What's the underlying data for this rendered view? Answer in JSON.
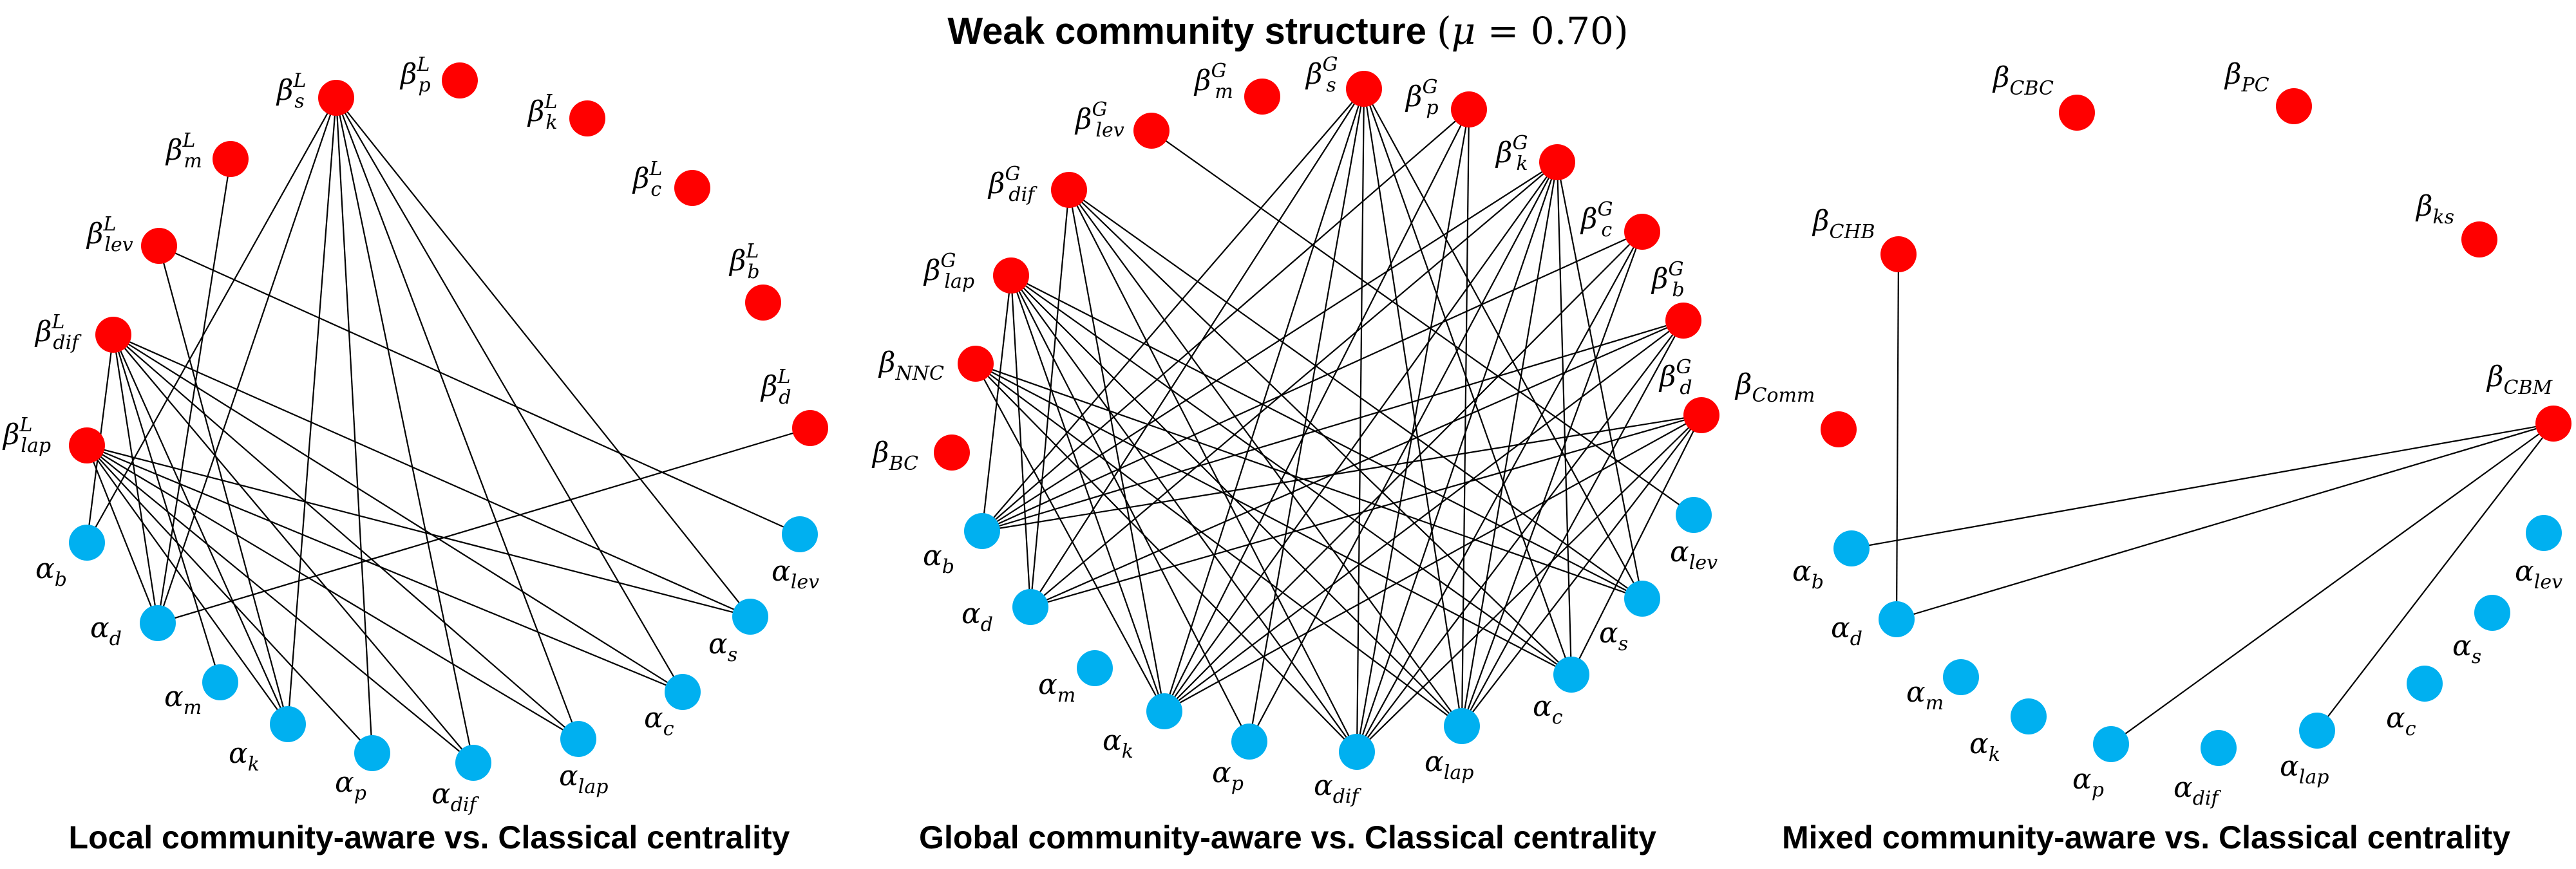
{
  "title": {
    "bold": "Weak community structure",
    "mu_symbol": "μ",
    "mu_rest": " = 0.70"
  },
  "colors": {
    "community_aware": "#ff0000",
    "classical": "#00b0f0",
    "edge": "#000000"
  },
  "panels": [
    {
      "caption": "Local community-aware vs. Classical centrality",
      "beta_nodes": [
        {
          "sym": "β",
          "sub": "s",
          "sup": "L"
        },
        {
          "sym": "β",
          "sub": "p",
          "sup": "L"
        },
        {
          "sym": "β",
          "sub": "m",
          "sup": "L"
        },
        {
          "sym": "β",
          "sub": "k",
          "sup": "L"
        },
        {
          "sym": "β",
          "sub": "lev",
          "sup": "L"
        },
        {
          "sym": "β",
          "sub": "c",
          "sup": "L"
        },
        {
          "sym": "β",
          "sub": "b",
          "sup": "L"
        },
        {
          "sym": "β",
          "sub": "dif",
          "sup": "L"
        },
        {
          "sym": "β",
          "sub": "d",
          "sup": "L"
        },
        {
          "sym": "β",
          "sub": "lap",
          "sup": "L"
        }
      ],
      "alpha_nodes": [
        {
          "sym": "α",
          "sub": "b"
        },
        {
          "sym": "α",
          "sub": "lev"
        },
        {
          "sym": "α",
          "sub": "d"
        },
        {
          "sym": "α",
          "sub": "s"
        },
        {
          "sym": "α",
          "sub": "m"
        },
        {
          "sym": "α",
          "sub": "c"
        },
        {
          "sym": "α",
          "sub": "k"
        },
        {
          "sym": "α",
          "sub": "lap"
        },
        {
          "sym": "α",
          "sub": "p"
        },
        {
          "sym": "α",
          "sub": "dif"
        }
      ],
      "edges": [
        [
          "β_s^L",
          "α_b"
        ],
        [
          "β_s^L",
          "α_d"
        ],
        [
          "β_s^L",
          "α_k"
        ],
        [
          "β_s^L",
          "α_p"
        ],
        [
          "β_s^L",
          "α_dif"
        ],
        [
          "β_s^L",
          "α_lap"
        ],
        [
          "β_s^L",
          "α_c"
        ],
        [
          "β_s^L",
          "α_s"
        ],
        [
          "β_m^L",
          "α_d"
        ],
        [
          "β_lev^L",
          "α_k"
        ],
        [
          "β_lev^L",
          "α_lev"
        ],
        [
          "β_dif^L",
          "α_b"
        ],
        [
          "β_dif^L",
          "α_d"
        ],
        [
          "β_dif^L",
          "α_m"
        ],
        [
          "β_dif^L",
          "α_k"
        ],
        [
          "β_dif^L",
          "α_dif"
        ],
        [
          "β_dif^L",
          "α_lap"
        ],
        [
          "β_dif^L",
          "α_c"
        ],
        [
          "β_dif^L",
          "α_s"
        ],
        [
          "β_lap^L",
          "α_d"
        ],
        [
          "β_lap^L",
          "α_k"
        ],
        [
          "β_lap^L",
          "α_p"
        ],
        [
          "β_lap^L",
          "α_dif"
        ],
        [
          "β_lap^L",
          "α_lap"
        ],
        [
          "β_lap^L",
          "α_c"
        ],
        [
          "β_lap^L",
          "α_s"
        ],
        [
          "β_d^L",
          "α_d"
        ]
      ]
    },
    {
      "caption": "Global community-aware vs. Classical centrality",
      "beta_nodes": [
        {
          "sym": "β",
          "sub": "m",
          "sup": "G"
        },
        {
          "sym": "β",
          "sub": "s",
          "sup": "G"
        },
        {
          "sym": "β",
          "sub": "lev",
          "sup": "G"
        },
        {
          "sym": "β",
          "sub": "p",
          "sup": "G"
        },
        {
          "sym": "β",
          "sub": "dif",
          "sup": "G"
        },
        {
          "sym": "β",
          "sub": "k",
          "sup": "G"
        },
        {
          "sym": "β",
          "sub": "lap",
          "sup": "G"
        },
        {
          "sym": "β",
          "sub": "c",
          "sup": "G"
        },
        {
          "sym": "β",
          "sub": "NNC"
        },
        {
          "sym": "β",
          "sub": "b",
          "sup": "G"
        },
        {
          "sym": "β",
          "sub": "BC"
        },
        {
          "sym": "β",
          "sub": "d",
          "sup": "G"
        }
      ],
      "alpha_nodes": [
        {
          "sym": "α",
          "sub": "b"
        },
        {
          "sym": "α",
          "sub": "lev"
        },
        {
          "sym": "α",
          "sub": "d"
        },
        {
          "sym": "α",
          "sub": "s"
        },
        {
          "sym": "α",
          "sub": "m"
        },
        {
          "sym": "α",
          "sub": "c"
        },
        {
          "sym": "α",
          "sub": "k"
        },
        {
          "sym": "α",
          "sub": "lap"
        },
        {
          "sym": "α",
          "sub": "p"
        },
        {
          "sym": "α",
          "sub": "dif"
        }
      ],
      "edges": [
        [
          "β_s^G",
          "α_b"
        ],
        [
          "β_s^G",
          "α_d"
        ],
        [
          "β_s^G",
          "α_k"
        ],
        [
          "β_s^G",
          "α_p"
        ],
        [
          "β_s^G",
          "α_dif"
        ],
        [
          "β_s^G",
          "α_lap"
        ],
        [
          "β_s^G",
          "α_c"
        ],
        [
          "β_s^G",
          "α_s"
        ],
        [
          "β_p^G",
          "α_b"
        ],
        [
          "β_p^G",
          "α_k"
        ],
        [
          "β_p^G",
          "α_dif"
        ],
        [
          "β_p^G",
          "α_lap"
        ],
        [
          "β_lev^G",
          "α_lev"
        ],
        [
          "β_dif^G",
          "α_d"
        ],
        [
          "β_dif^G",
          "α_k"
        ],
        [
          "β_dif^G",
          "α_dif"
        ],
        [
          "β_dif^G",
          "α_lap"
        ],
        [
          "β_dif^G",
          "α_c"
        ],
        [
          "β_dif^G",
          "α_s"
        ],
        [
          "β_k^G",
          "α_b"
        ],
        [
          "β_k^G",
          "α_d"
        ],
        [
          "β_k^G",
          "α_k"
        ],
        [
          "β_k^G",
          "α_p"
        ],
        [
          "β_k^G",
          "α_dif"
        ],
        [
          "β_k^G",
          "α_lap"
        ],
        [
          "β_k^G",
          "α_c"
        ],
        [
          "β_k^G",
          "α_s"
        ],
        [
          "β_lap^G",
          "α_b"
        ],
        [
          "β_lap^G",
          "α_d"
        ],
        [
          "β_lap^G",
          "α_k"
        ],
        [
          "β_lap^G",
          "α_p"
        ],
        [
          "β_lap^G",
          "α_dif"
        ],
        [
          "β_lap^G",
          "α_lap"
        ],
        [
          "β_lap^G",
          "α_c"
        ],
        [
          "β_lap^G",
          "α_s"
        ],
        [
          "β_c^G",
          "α_b"
        ],
        [
          "β_c^G",
          "α_k"
        ],
        [
          "β_c^G",
          "α_dif"
        ],
        [
          "β_c^G",
          "α_lap"
        ],
        [
          "β_NNC",
          "α_k"
        ],
        [
          "β_NNC",
          "α_dif"
        ],
        [
          "β_NNC",
          "α_lap"
        ],
        [
          "β_NNC",
          "α_c"
        ],
        [
          "β_NNC",
          "α_s"
        ],
        [
          "β_b^G",
          "α_b"
        ],
        [
          "β_b^G",
          "α_d"
        ],
        [
          "β_b^G",
          "α_k"
        ],
        [
          "β_b^G",
          "α_dif"
        ],
        [
          "β_b^G",
          "α_lap"
        ],
        [
          "β_d^G",
          "α_b"
        ],
        [
          "β_d^G",
          "α_d"
        ],
        [
          "β_d^G",
          "α_k"
        ],
        [
          "β_d^G",
          "α_dif"
        ],
        [
          "β_d^G",
          "α_lap"
        ],
        [
          "β_d^G",
          "α_c"
        ]
      ]
    },
    {
      "caption": "Mixed community-aware vs. Classical centrality",
      "beta_nodes": [
        {
          "sym": "β",
          "sub": "CBC"
        },
        {
          "sym": "β",
          "sub": "PC"
        },
        {
          "sym": "β",
          "sub": "CHB"
        },
        {
          "sym": "β",
          "sub": "ks"
        },
        {
          "sym": "β",
          "sub": "Comm"
        },
        {
          "sym": "β",
          "sub": "CBM"
        }
      ],
      "alpha_nodes": [
        {
          "sym": "α",
          "sub": "b"
        },
        {
          "sym": "α",
          "sub": "lev"
        },
        {
          "sym": "α",
          "sub": "d"
        },
        {
          "sym": "α",
          "sub": "s"
        },
        {
          "sym": "α",
          "sub": "m"
        },
        {
          "sym": "α",
          "sub": "c"
        },
        {
          "sym": "α",
          "sub": "k"
        },
        {
          "sym": "α",
          "sub": "lap"
        },
        {
          "sym": "α",
          "sub": "p"
        },
        {
          "sym": "α",
          "sub": "dif"
        }
      ],
      "edges": [
        [
          "β_CHB",
          "α_d"
        ],
        [
          "β_CBM",
          "α_b"
        ],
        [
          "β_CBM",
          "α_d"
        ],
        [
          "β_CBM",
          "α_p"
        ],
        [
          "β_CBM",
          "α_lap"
        ]
      ]
    }
  ]
}
